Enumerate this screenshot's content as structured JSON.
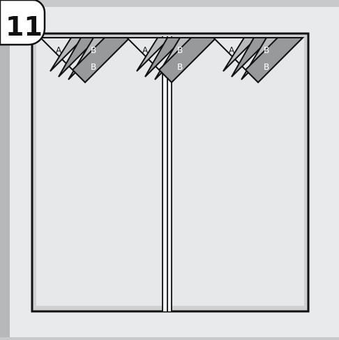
{
  "step": {
    "number": "11"
  },
  "colors": {
    "page_bg": "#c8c9cb",
    "panel_bg": "#e8eaeb",
    "fabric_bg": "#e6e8e9",
    "fabric_edge": "#c9cacc",
    "outline": "#111111",
    "fold_light": "#d7d8da",
    "fold_mid": "#b9babc",
    "fold_dark": "#98999b",
    "seam": "#111111"
  },
  "diagram": {
    "prairie_points": [
      {
        "id": "left",
        "labels": [
          "A",
          "B",
          "B"
        ]
      },
      {
        "id": "center",
        "labels": [
          "A",
          "B",
          "B"
        ]
      },
      {
        "id": "right",
        "labels": [
          "A",
          "B",
          "B"
        ]
      }
    ]
  }
}
